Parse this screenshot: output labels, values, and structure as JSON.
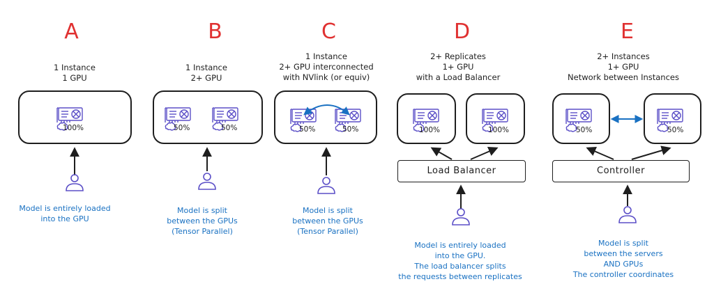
{
  "columns": [
    {
      "letter": "A",
      "header": [
        "1 Instance",
        "1 GPU"
      ],
      "gpus": [
        "100%"
      ],
      "note": [
        "Model is entirely loaded",
        "into the GPU"
      ]
    },
    {
      "letter": "B",
      "header": [
        "1 Instance",
        "2+ GPU"
      ],
      "gpus": [
        "50%",
        "50%"
      ],
      "note": [
        "Model is split",
        "between the GPUs",
        "(Tensor Parallel)"
      ]
    },
    {
      "letter": "C",
      "header": [
        "1 Instance",
        "2+ GPU interconnected",
        "with NVlink (or equiv)"
      ],
      "gpus": [
        "50%",
        "50%"
      ],
      "note": [
        "Model is split",
        "between the GPUs",
        "(Tensor Parallel)"
      ]
    },
    {
      "letter": "D",
      "header": [
        "2+ Replicates",
        "1+ GPU",
        "with a Load Balancer"
      ],
      "gpus": [
        "100%",
        "100%"
      ],
      "component": "Load Balancer",
      "note": [
        "Model is entirely loaded",
        "into the GPU.",
        "The load balancer splits",
        "the requests between replicates"
      ]
    },
    {
      "letter": "E",
      "header": [
        "2+ Instances",
        "1+ GPU",
        "Network between Instances"
      ],
      "gpus": [
        "50%",
        "50%"
      ],
      "component": "Controller",
      "note": [
        "Model is split",
        "between the servers",
        "AND GPUs",
        "The controller coordinates"
      ]
    }
  ],
  "colors": {
    "letter": "#e03131",
    "note": "#1971c2",
    "link": "#1971c2",
    "stroke": "#1e1e1e",
    "user": "#5b4fc7"
  },
  "icons": {
    "gpu": "gpu-card-icon",
    "brain": "brain-icon",
    "user": "user-icon"
  }
}
